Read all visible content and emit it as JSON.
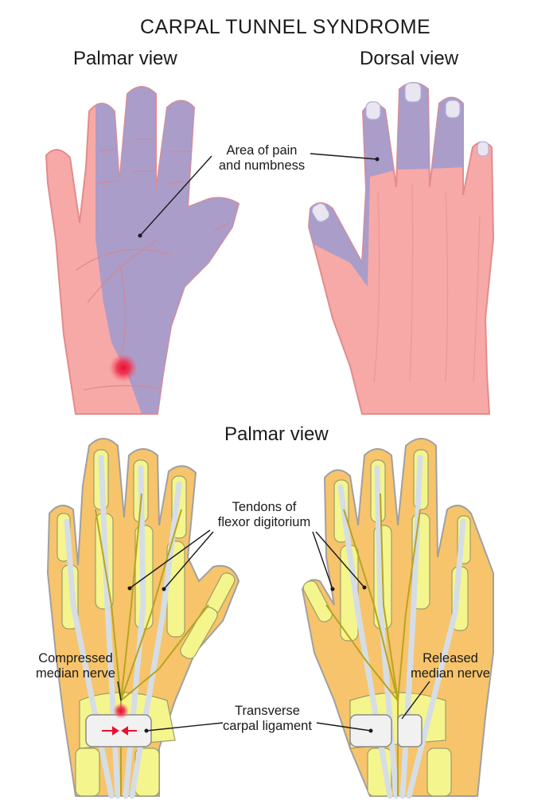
{
  "title": "CARPAL TUNNEL SYNDROME",
  "top": {
    "left_view": "Palmar view",
    "right_view": "Dorsal view",
    "area_label_line1": "Area of pain",
    "area_label_line2": "and numbness"
  },
  "bottom": {
    "view": "Palmar view",
    "tendons_line1": "Tendons of",
    "tendons_line2": "flexor digitorium",
    "compressed_line1": "Compressed",
    "compressed_line2": "median nerve",
    "released_line1": "Released",
    "released_line2": "median nerve",
    "ligament_line1": "Transverse",
    "ligament_line2": "carpal ligament"
  },
  "colors": {
    "skin": "#f7a9a8",
    "skin_outline": "#e38b8c",
    "numb_area": "#a39ccd",
    "pain_spot": "#e8102e",
    "flesh": "#f7c46b",
    "bone": "#f4f58d",
    "tendon": "#d5dee6",
    "nerve": "#b8a41e",
    "ligament": "#f1f1f1",
    "arrow": "#e8102e"
  }
}
